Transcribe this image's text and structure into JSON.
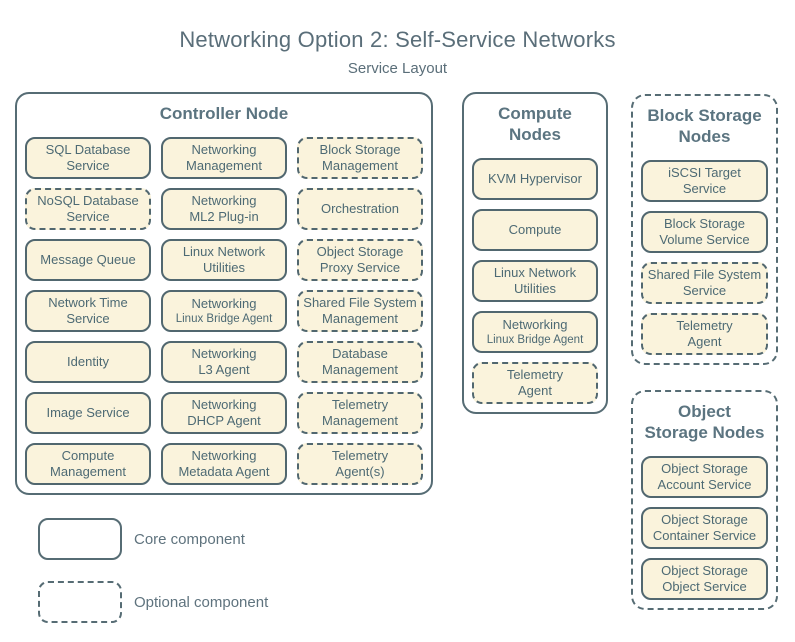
{
  "title": "Networking Option 2: Self-Service Networks",
  "subtitle": "Service Layout",
  "colors": {
    "box_fill": "#faf3dc",
    "box_border": "#51676f",
    "container_border": "#566c74",
    "service_text": "#4d6a74",
    "node_title_text": "#5b7480",
    "page_title_text": "#5a6e79",
    "legend_text": "#5f737e",
    "page_bg": "#ffffff"
  },
  "nodes": [
    {
      "id": "controller",
      "title": "Controller Node",
      "border": "solid",
      "services": [
        {
          "label": "SQL Database\nService",
          "type": "core"
        },
        {
          "label": "Networking\nManagement",
          "type": "core"
        },
        {
          "label": "Block Storage\nManagement",
          "type": "optional"
        },
        {
          "label": "NoSQL Database\nService",
          "type": "optional"
        },
        {
          "label": "Networking\nML2 Plug-in",
          "type": "core"
        },
        {
          "label": "Orchestration",
          "type": "optional"
        },
        {
          "label": "Message Queue",
          "type": "core"
        },
        {
          "label": "Linux Network\nUtilities",
          "type": "core"
        },
        {
          "label": "Object Storage\nProxy Service",
          "type": "optional"
        },
        {
          "label": "Network Time\nService",
          "type": "core"
        },
        {
          "label": "Networking",
          "sublabel": "Linux Bridge Agent",
          "type": "core"
        },
        {
          "label": "Shared File System\nManagement",
          "type": "optional"
        },
        {
          "label": "Identity",
          "type": "core"
        },
        {
          "label": "Networking\nL3 Agent",
          "type": "core"
        },
        {
          "label": "Database\nManagement",
          "type": "optional"
        },
        {
          "label": "Image Service",
          "type": "core"
        },
        {
          "label": "Networking\nDHCP Agent",
          "type": "core"
        },
        {
          "label": "Telemetry\nManagement",
          "type": "optional"
        },
        {
          "label": "Compute\nManagement",
          "type": "core"
        },
        {
          "label": "Networking\nMetadata Agent",
          "type": "core"
        },
        {
          "label": "Telemetry\nAgent(s)",
          "type": "optional"
        }
      ]
    },
    {
      "id": "compute",
      "title": "Compute\nNodes",
      "border": "solid",
      "services": [
        {
          "label": "KVM Hypervisor",
          "type": "core"
        },
        {
          "label": "Compute",
          "type": "core"
        },
        {
          "label": "Linux Network\nUtilities",
          "type": "core"
        },
        {
          "label": "Networking",
          "sublabel": "Linux Bridge Agent",
          "type": "core"
        },
        {
          "label": "Telemetry\nAgent",
          "type": "optional"
        }
      ]
    },
    {
      "id": "block-storage",
      "title": "Block Storage\nNodes",
      "border": "dashed",
      "services": [
        {
          "label": "iSCSI Target\nService",
          "type": "core"
        },
        {
          "label": "Block Storage\nVolume Service",
          "type": "core"
        },
        {
          "label": "Shared File System\nService",
          "type": "optional"
        },
        {
          "label": "Telemetry\nAgent",
          "type": "optional"
        }
      ]
    },
    {
      "id": "object-storage",
      "title": "Object\nStorage Nodes",
      "border": "dashed",
      "services": [
        {
          "label": "Object Storage\nAccount Service",
          "type": "core"
        },
        {
          "label": "Object Storage\nContainer Service",
          "type": "core"
        },
        {
          "label": "Object Storage\nObject Service",
          "type": "core"
        }
      ]
    }
  ],
  "legend": [
    {
      "label": "Core component",
      "style": "solid"
    },
    {
      "label": "Optional component",
      "style": "dashed"
    }
  ]
}
